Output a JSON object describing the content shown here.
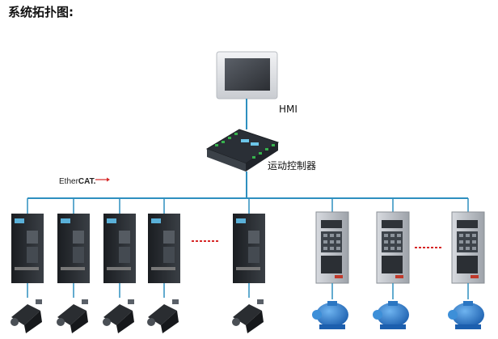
{
  "title": "系统拓扑图:",
  "labels": {
    "hmi": "HMI",
    "controller": "运动控制器",
    "bus_prefix": "Ether",
    "bus_suffix": "CAT."
  },
  "devices": {
    "servo_drive_count": 5,
    "vfd_count": 3
  }
}
